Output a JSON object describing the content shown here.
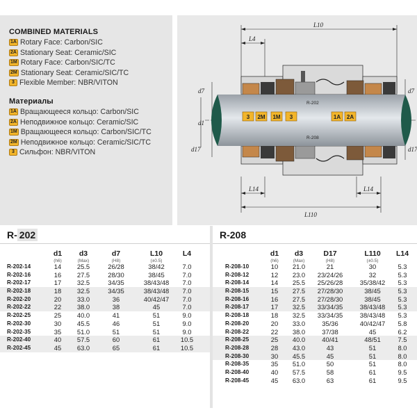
{
  "materials_en": {
    "title": "COMBINED MATERIALS",
    "items": [
      {
        "badge": "1A",
        "text": "Rotary Face: Carbon/SIC"
      },
      {
        "badge": "2A",
        "text": "Stationary Seat: Ceramic/SIC"
      },
      {
        "badge": "1M",
        "text": "Rotary Face: Carbon/SIC/TC"
      },
      {
        "badge": "2M",
        "text": "Stationary Seat: Ceramic/SIC/TC"
      },
      {
        "badge": "3",
        "text": "Flexible Member: NBR/VITON"
      }
    ]
  },
  "materials_ru": {
    "title": "Материалы",
    "items": [
      {
        "badge": "1A",
        "text": "Вращающееся кольцо: Carbon/SIC"
      },
      {
        "badge": "2A",
        "text": "Неподвижное кольцо: Ceramic/SIC"
      },
      {
        "badge": "1M",
        "text": "Вращающееся кольцо: Carbon/SIC/TC"
      },
      {
        "badge": "2M",
        "text": "Неподвижное кольцо: Ceramic/SIC/TC"
      },
      {
        "badge": "3",
        "text": "Сильфон: NBR/VITON"
      }
    ]
  },
  "drawing": {
    "dims": {
      "l10": "L10",
      "l4": "L4",
      "l14": "L14",
      "l110": "L110",
      "d7": "d7",
      "d1": "d1",
      "d17": "d17"
    },
    "section_top": "R-202",
    "section_bottom": "R-208",
    "callouts": [
      "3",
      "2M",
      "1M",
      "3",
      "1A",
      "2A"
    ]
  },
  "colors": {
    "badge": "#f2b52b",
    "panel": "#e6e6e6",
    "shaft": "#c9ced3",
    "end_cap": "#1f5a4a"
  },
  "table_202": {
    "title_prefix": "R-",
    "title_highlight": "202",
    "headers": [
      {
        "sym": "d1",
        "sub": "(h6)"
      },
      {
        "sym": "d3",
        "sub": "(Max)"
      },
      {
        "sym": "d7",
        "sub": "(H8)"
      },
      {
        "sym": "L10",
        "sub": "(±0.5)"
      },
      {
        "sym": "L4",
        "sub": ""
      }
    ],
    "rows": [
      [
        "R-202-14",
        "14",
        "25.5",
        "26/28",
        "38/42",
        "7.0"
      ],
      [
        "R-202-16",
        "16",
        "27.5",
        "28/30",
        "38/45",
        "7.0"
      ],
      [
        "R-202-17",
        "17",
        "32.5",
        "34/35",
        "38/43/48",
        "7.0"
      ],
      [
        "R-202-18",
        "18",
        "32.5",
        "34/35",
        "38/43/48",
        "7.0"
      ],
      [
        "R-202-20",
        "20",
        "33.0",
        "36",
        "40/42/47",
        "7.0"
      ],
      [
        "R-202-22",
        "22",
        "38.0",
        "38",
        "45",
        "7.0"
      ],
      [
        "R-202-25",
        "25",
        "40.0",
        "41",
        "51",
        "9.0"
      ],
      [
        "R-202-30",
        "30",
        "45.5",
        "46",
        "51",
        "9.0"
      ],
      [
        "R-202-35",
        "35",
        "51.0",
        "51",
        "51",
        "9.0"
      ],
      [
        "R-202-40",
        "40",
        "57.5",
        "60",
        "61",
        "10.5"
      ],
      [
        "R-202-45",
        "45",
        "63.0",
        "65",
        "61",
        "10.5"
      ]
    ]
  },
  "table_208": {
    "title": "R-208",
    "headers": [
      {
        "sym": "d1",
        "sub": "(h6)"
      },
      {
        "sym": "d3",
        "sub": "(Max)"
      },
      {
        "sym": "D17",
        "sub": "(H8)"
      },
      {
        "sym": "L110",
        "sub": "(±0.5)"
      },
      {
        "sym": "L14",
        "sub": ""
      }
    ],
    "rows": [
      [
        "R-208-10",
        "10",
        "21.0",
        "21",
        "30",
        "5.3"
      ],
      [
        "R-208-12",
        "12",
        "23.0",
        "23/24/26",
        "32",
        "5.3"
      ],
      [
        "R-208-14",
        "14",
        "25.5",
        "25/26/28",
        "35/38/42",
        "5.3"
      ],
      [
        "R-208-15",
        "15",
        "27.5",
        "27/28/30",
        "38/45",
        "5.3"
      ],
      [
        "R-208-16",
        "16",
        "27.5",
        "27/28/30",
        "38/45",
        "5.3"
      ],
      [
        "R-208-17",
        "17",
        "32.5",
        "33/34/35",
        "38/43/48",
        "5.3"
      ],
      [
        "R-208-18",
        "18",
        "32.5",
        "33/34/35",
        "38/43/48",
        "5.3"
      ],
      [
        "R-208-20",
        "20",
        "33.0",
        "35/36",
        "40/42/47",
        "5.8"
      ],
      [
        "R-208-22",
        "22",
        "38.0",
        "37/38",
        "45",
        "6.2"
      ],
      [
        "R-208-25",
        "25",
        "40.0",
        "40/41",
        "48/51",
        "7.5"
      ],
      [
        "R-208-28",
        "28",
        "43.0",
        "43",
        "51",
        "8.0"
      ],
      [
        "R-208-30",
        "30",
        "45.5",
        "45",
        "51",
        "8.0"
      ],
      [
        "R-208-35",
        "35",
        "51.0",
        "50",
        "51",
        "8.0"
      ],
      [
        "R-208-40",
        "40",
        "57.5",
        "58",
        "61",
        "9.5"
      ],
      [
        "R-208-45",
        "45",
        "63.0",
        "63",
        "61",
        "9.5"
      ]
    ]
  }
}
